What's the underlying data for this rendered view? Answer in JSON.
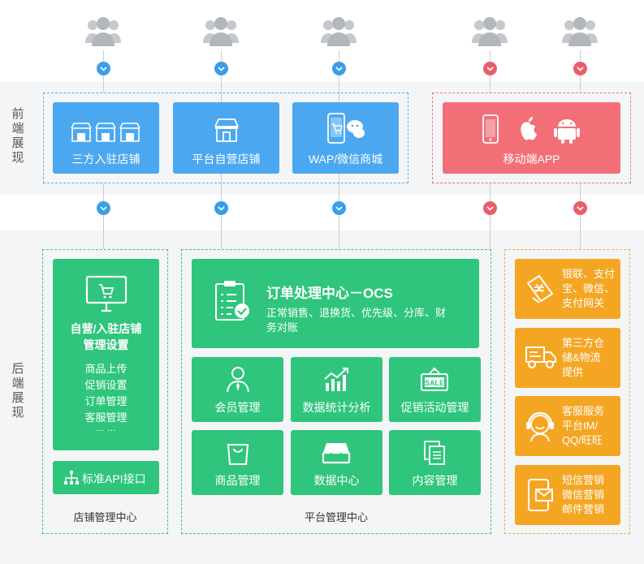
{
  "sections": {
    "front_label": "前端展现",
    "back_label": "后端展现"
  },
  "front": {
    "cards": [
      {
        "label": "三方入驻店铺",
        "icon": "shops-icon"
      },
      {
        "label": "平台自营店铺",
        "icon": "shop-icon"
      },
      {
        "label": "WAP/微信商城",
        "icon": "phone-wechat-icon"
      },
      {
        "label": "移动端APP",
        "icon": "mobile-apple-android-icon"
      }
    ]
  },
  "store_center": {
    "title_line1": "自营/入驻店铺",
    "title_line2": "管理设置",
    "items": [
      "商品上传",
      "促销设置",
      "订单管理",
      "客服管理",
      "… …"
    ],
    "api_label": "标准API接口",
    "footer": "店铺管理中心"
  },
  "platform_center": {
    "ocs_title": "订单处理中心－OCS",
    "ocs_desc_line1": "正常销售、退换货、优先级、分库、财",
    "ocs_desc_line2": "务对账",
    "modules": [
      {
        "label": "会员管理",
        "icon": "member-icon"
      },
      {
        "label": "数据统计分析",
        "icon": "chart-icon"
      },
      {
        "label": "促销活动管理",
        "icon": "sale-icon"
      },
      {
        "label": "商品管理",
        "icon": "bag-icon"
      },
      {
        "label": "数据中心",
        "icon": "database-icon"
      },
      {
        "label": "内容管理",
        "icon": "content-icon"
      }
    ],
    "footer": "平台管理中心"
  },
  "services": [
    {
      "lines": [
        "银联、支付",
        "宝、微信、",
        "支付网关"
      ],
      "icon": "payment-icon"
    },
    {
      "lines": [
        "第三方仓",
        "储&物流",
        "提供"
      ],
      "icon": "truck-icon"
    },
    {
      "lines": [
        "客服服务",
        "平台IM/",
        "QQ/旺旺"
      ],
      "icon": "customer-service-icon"
    },
    {
      "lines": [
        "短信营销",
        "微信营销",
        "邮件营销"
      ],
      "icon": "message-icon"
    }
  ],
  "colors": {
    "blue": "#4ba8f0",
    "red": "#f26f78",
    "green": "#2fc57c",
    "orange": "#f4a623"
  }
}
